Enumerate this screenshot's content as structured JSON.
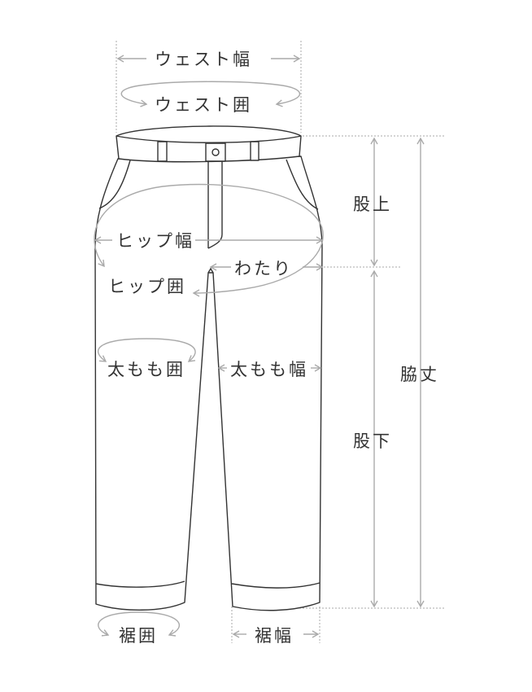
{
  "labels": {
    "waist_width": "ウェスト幅",
    "waist_circ": "ウェスト囲",
    "hip_width": "ヒップ幅",
    "hip_circ": "ヒップ囲",
    "thigh_width_watari": "わたり",
    "rise": "股上",
    "inseam": "股下",
    "side_length": "脇丈",
    "thigh_circ": "太もも囲",
    "thigh_width": "太もも幅",
    "hem_circ": "裾囲",
    "hem_width": "裾幅"
  }
}
